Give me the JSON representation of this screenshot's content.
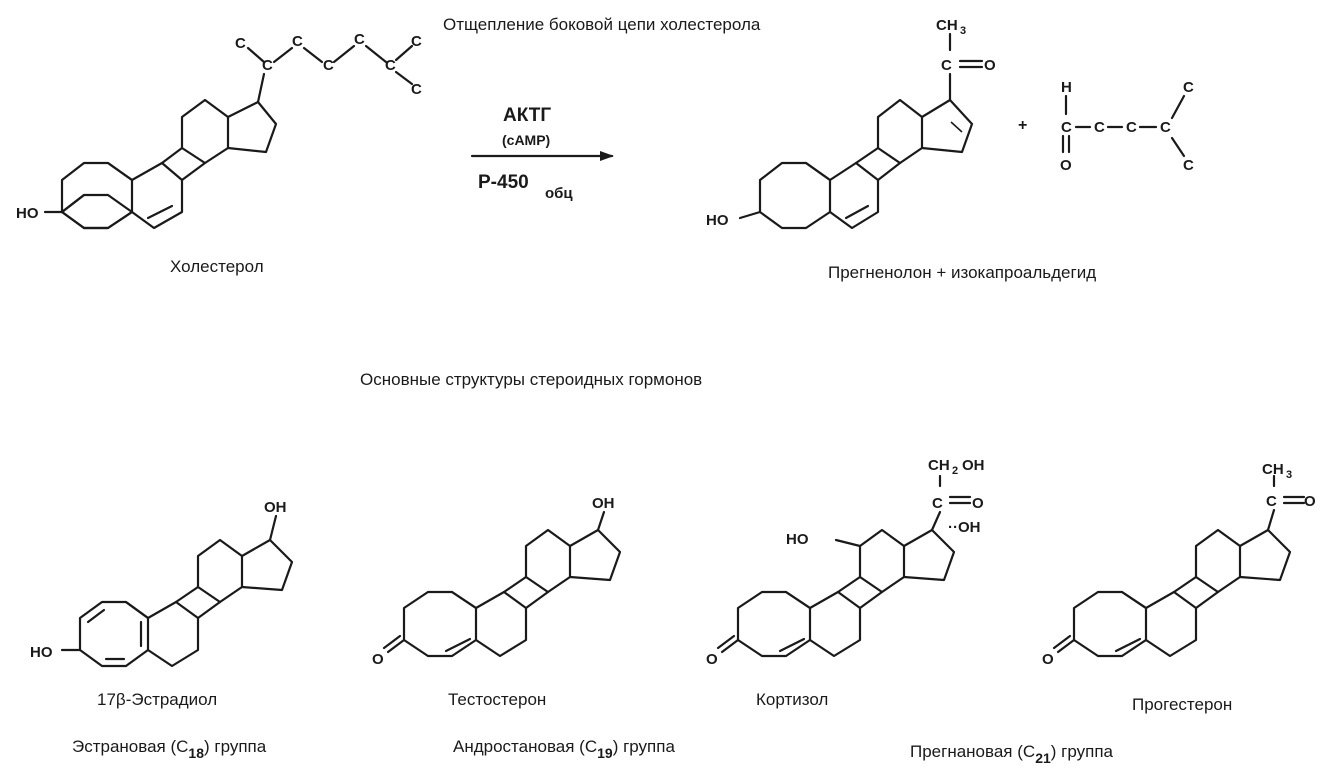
{
  "reaction": {
    "title": "Отщепление боковой цепи холестерола",
    "catalyst_top": "АКТГ",
    "catalyst_mid": "(cAMP)",
    "catalyst_bottom_main": "Р-450",
    "catalyst_bottom_sub": "обц",
    "plus": "+",
    "reactant_label": "Холестерол",
    "product_label": "Прегненолон + изокапроальдегид"
  },
  "atoms": {
    "carbon": "C",
    "hydrogen": "H",
    "oxygen": "O",
    "hydroxyl": "HO",
    "hydroxyl_right": "OH",
    "methyl": "CH",
    "methyl_sub": "3",
    "ketone_c": "C",
    "ch2oh": "CH",
    "ch2oh_sub": "2",
    "ch2oh_tail": "OH",
    "dotted_oh": "··OH"
  },
  "section": {
    "title": "Основные структуры стероидных гормонов"
  },
  "hormones": [
    {
      "name": "17β-Эстрадиол"
    },
    {
      "name": "Тестостерон"
    },
    {
      "name": "Кортизол"
    },
    {
      "name": "Прогестерон"
    }
  ],
  "groups": [
    {
      "prefix": "Эстрановая (C",
      "sub": "18",
      "suffix": ") группа"
    },
    {
      "prefix": "Андростановая (C",
      "sub": "19",
      "suffix": ") группа"
    },
    {
      "prefix": "Прегнановая (C",
      "sub": "21",
      "suffix": ") группа"
    }
  ]
}
